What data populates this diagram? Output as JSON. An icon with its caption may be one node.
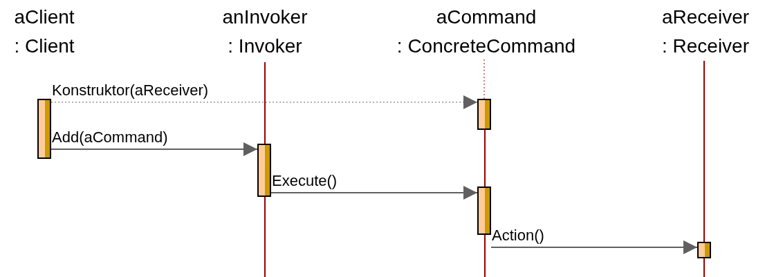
{
  "diagram": {
    "nodes": [
      {
        "text": [
          "aClient",
          ": Client"
        ]
      },
      {
        "text": [
          "anInvoker",
          ": Invoker"
        ]
      },
      {
        "text": [
          "aCommand",
          ": ConcreteCommand"
        ]
      },
      {
        "text": [
          "aReceiver",
          ": Receiver"
        ]
      },
      {
        "text": [],
        "shape": "bar"
      },
      {
        "text": [],
        "shape": "bar"
      },
      {
        "text": [],
        "shape": "bar"
      },
      {
        "text": [],
        "shape": "bar"
      },
      {
        "text": [],
        "shape": "bar"
      }
    ],
    "edges": [
      {
        "from": 2,
        "to": 5,
        "arrow": "none",
        "style": "dashed",
        "color": "#990000"
      },
      {
        "from": 4,
        "to": 5,
        "arrow": "to",
        "label": "Konstruktor(aReceiver)",
        "style": "dashed"
      },
      {
        "from": 4,
        "to": 6,
        "arrow": "to",
        "label": "Add(aCommand)"
      },
      {
        "from": 6,
        "to": 7,
        "arrow": "to",
        "label": "Execute()"
      },
      {
        "from": 7,
        "to": 8,
        "arrow": "to",
        "label": "Action()"
      }
    ]
  }
}
